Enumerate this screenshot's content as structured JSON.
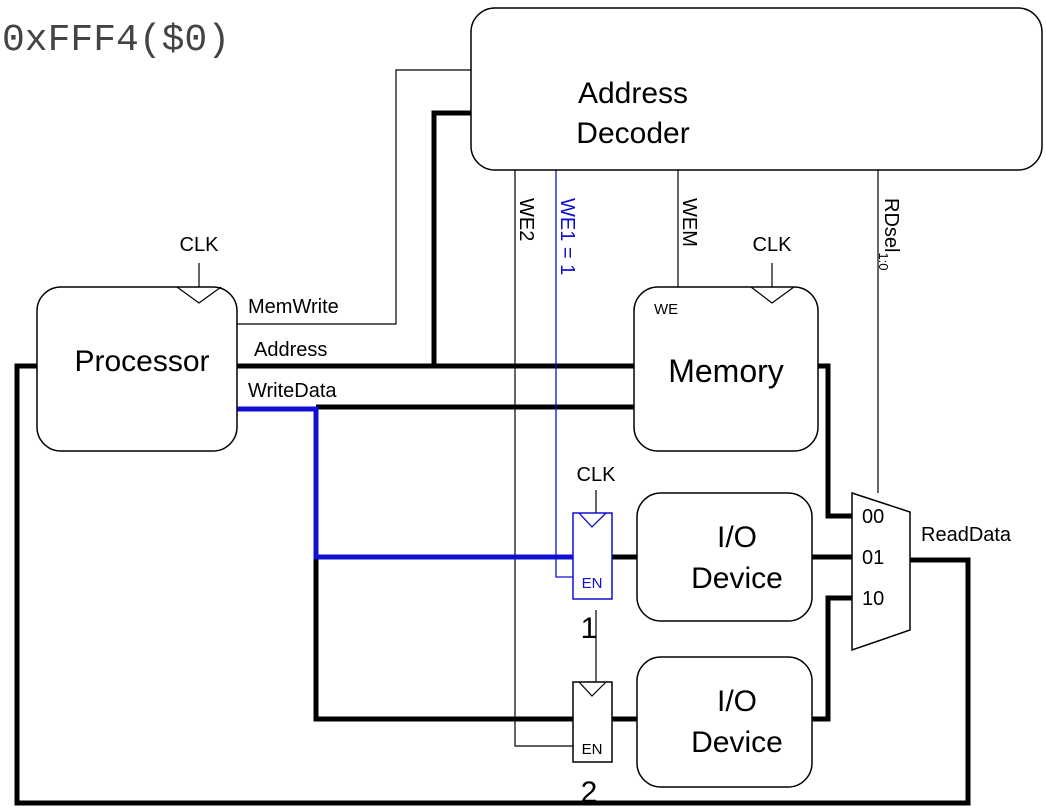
{
  "header": {
    "instruction": "0xFFF4($0)"
  },
  "blocks": {
    "address_decoder": [
      "Address",
      "Decoder"
    ],
    "processor": "Processor",
    "memory": "Memory",
    "io_device_1": [
      "I/O",
      "Device"
    ],
    "io_device_2": [
      "I/O",
      "Device"
    ]
  },
  "signals": {
    "clk": "CLK",
    "memwrite": "MemWrite",
    "address": "Address",
    "writedata": "WriteData",
    "readdata": "ReadData",
    "we2": "WE2",
    "we1": "WE1 = 1",
    "wem": "WEM",
    "rdsel": "RDsel",
    "rdsel_sub": "1:0",
    "we": "WE",
    "en": "EN"
  },
  "mux_inputs": [
    "00",
    "01",
    "10"
  ],
  "register_numbers": [
    "1",
    "2"
  ],
  "colors": {
    "highlight": "#1010d0",
    "wire": "#000000",
    "instruction_text": "#444444"
  }
}
